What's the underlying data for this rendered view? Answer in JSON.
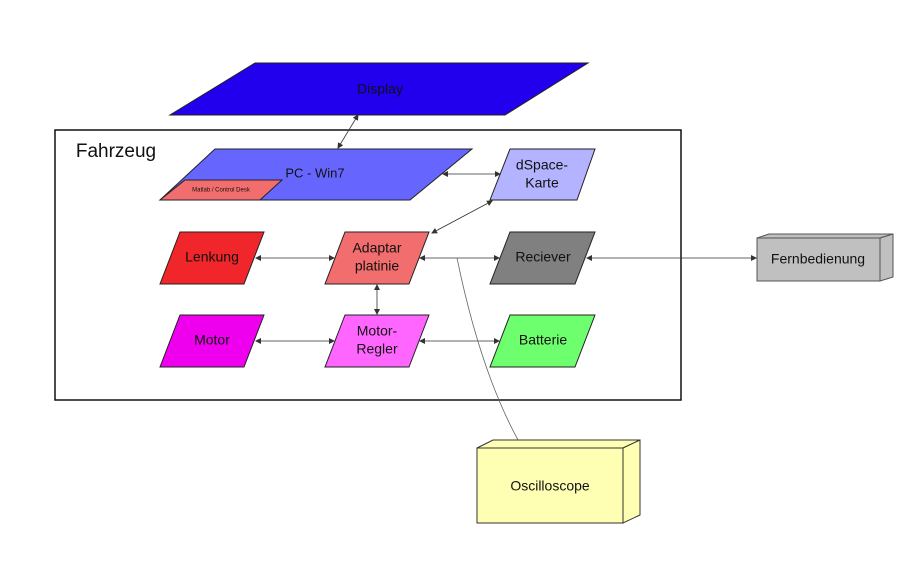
{
  "frame": {
    "label": "Fahrzeug"
  },
  "nodes": {
    "display": {
      "label": "Display",
      "color": "#2200EE"
    },
    "pc": {
      "label": "PC - Win7",
      "color": "#6666FF"
    },
    "matlab": {
      "label": "Matlab / Control Desk",
      "color": "#F26D6D"
    },
    "dspace": {
      "label1": "dSpace-",
      "label2": "Karte",
      "color": "#B3B3FF"
    },
    "lenkung": {
      "label": "Lenkung",
      "color": "#F0262A"
    },
    "adaptar": {
      "label1": "Adaptar",
      "label2": "platinie",
      "color": "#F26D6D"
    },
    "reciever": {
      "label": "Reciever",
      "color": "#808080"
    },
    "motor": {
      "label": "Motor",
      "color": "#EE00EE"
    },
    "motorregler": {
      "label1": "Motor-",
      "label2": "Regler",
      "color": "#FF66FF"
    },
    "batterie": {
      "label": "Batterie",
      "color": "#6EFF6E"
    },
    "fernbedienung": {
      "label": "Fernbedienung",
      "color": "#C0C0C0"
    },
    "oscilloscope": {
      "label": "Oscilloscope",
      "color": "#FFFFB3"
    }
  }
}
